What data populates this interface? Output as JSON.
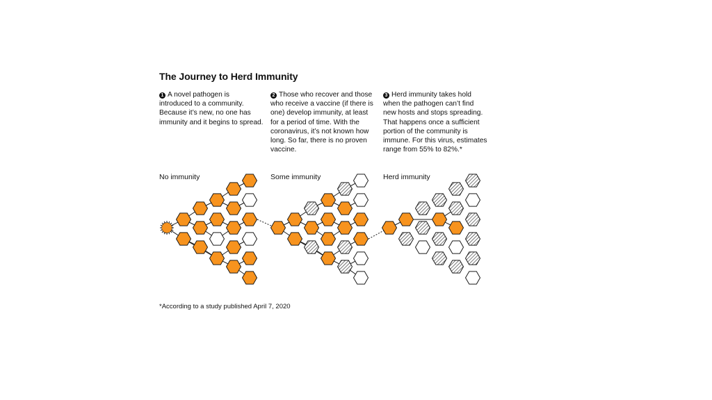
{
  "title": "The Journey to Herd Immunity",
  "steps": [
    {
      "num": "1",
      "text": "A novel pathogen is introduced to a community. Because it’s new, no one has immunity and it begins to spread."
    },
    {
      "num": "2",
      "text": "Those who recover and those who receive a vaccine (if there is one) develop immunity, at least for a period of time. With the coronavirus, it’s not known how long. So far, there is no proven vaccine."
    },
    {
      "num": "3",
      "text": "Herd immunity takes hold when the pathogen can’t find new hosts and stops spreading. That happens once a sufficient portion of the community is immune. For this virus, estimates range from 55% to 82%.*"
    }
  ],
  "panels": [
    {
      "label": "No immunity"
    },
    {
      "label": "Some immunity"
    },
    {
      "label": "Herd immunity"
    }
  ],
  "footnote": "*According to a study published April 7, 2020",
  "colors": {
    "infected": "#f7931e",
    "stroke": "#1a1a1a",
    "immune_hatch": "#333333",
    "susceptible": "#ffffff"
  },
  "legend_icons": {
    "source": "virus-icon",
    "infected": "orange-hexagon",
    "immune": "hatched-hexagon",
    "susceptible": "empty-hexagon"
  }
}
